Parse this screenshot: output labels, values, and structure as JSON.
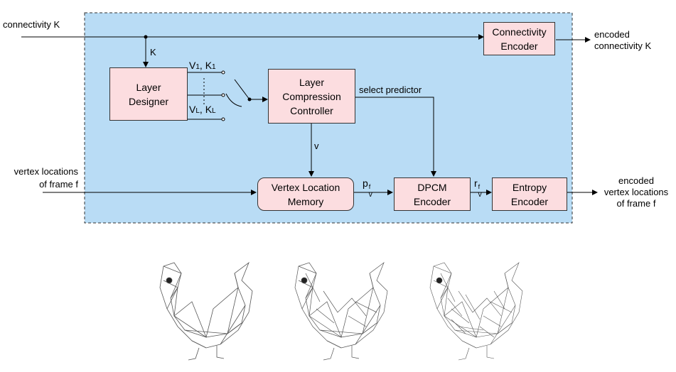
{
  "inputs": {
    "connectivity": "connectivity K",
    "vertex_line1": "vertex locations",
    "vertex_line2": "of frame f"
  },
  "outputs": {
    "encoded_conn_line1": "encoded",
    "encoded_conn_line2": "connectivity K",
    "encoded_vert_line1": "encoded",
    "encoded_vert_line2": "vertex locations",
    "encoded_vert_line3": "of frame f"
  },
  "blocks": {
    "layer_designer": [
      "Layer",
      "Designer"
    ],
    "layer_compression_controller": [
      "Layer",
      "Compression",
      "Controller"
    ],
    "connectivity_encoder": [
      "Connectivity",
      "Encoder"
    ],
    "vertex_location_memory": [
      "Vertex Location",
      "Memory"
    ],
    "dpcm_encoder": [
      "DPCM",
      "Encoder"
    ],
    "entropy_encoder": [
      "Entropy",
      "Encoder"
    ]
  },
  "signals": {
    "k": "K",
    "v1": "V",
    "v1_sub": "1",
    "k1": "K",
    "k1_sub": "1",
    "vl": "V",
    "vl_sub": "L",
    "kl": "K",
    "kl_sub": "L",
    "comma": ",",
    "select_predictor": "select predictor",
    "v": "v",
    "p": "p",
    "p_sup": "f",
    "p_sub": "v",
    "r": "r",
    "r_sup": "f",
    "r_sub": "v"
  },
  "colors": {
    "panel_fill": "#b9dcf5",
    "block_fill": "#fcdde0"
  },
  "images": [
    {
      "name": "rooster mesh coarse"
    },
    {
      "name": "rooster mesh medium"
    },
    {
      "name": "rooster mesh fine"
    }
  ]
}
